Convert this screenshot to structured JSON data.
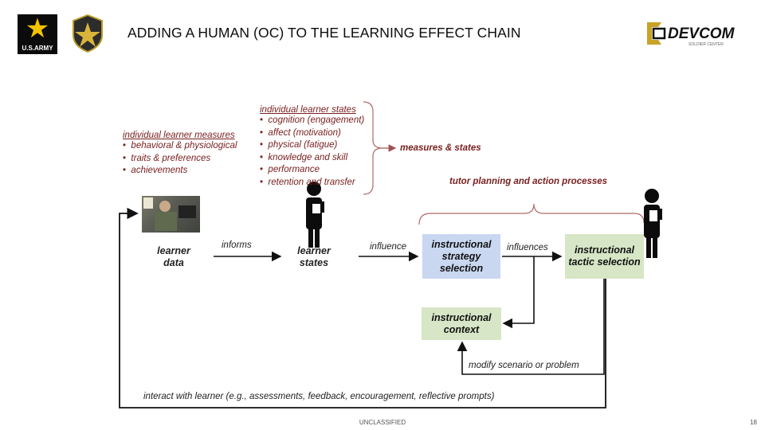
{
  "slide": {
    "title": "ADDING A HUMAN (OC) TO THE LEARNING EFFECT CHAIN",
    "footer": "UNCLASSIFIED",
    "page_number": "18"
  },
  "logos": {
    "army_text": "U.S.ARMY",
    "devcom_text": "DEVCOM",
    "devcom_sub": "SOLDIER CENTER"
  },
  "diagram": {
    "learner_measures": {
      "heading": "individual learner measures",
      "items": [
        "behavioral & physiological",
        "traits & preferences",
        "achievements"
      ]
    },
    "learner_states": {
      "heading": "individual learner states",
      "items": [
        "cognition (engagement)",
        "affect (motivation)",
        "physical (fatigue)",
        "knowledge and skill",
        "performance",
        "retention and transfer"
      ]
    },
    "measures_states_label": "measures & states",
    "tutor_label": "tutor planning and action processes",
    "learner_data": "learner data",
    "informs": "informs",
    "learner_states_node": "learner states",
    "influence": "influence",
    "strategy_box": "instructional strategy selection",
    "influences": "influences",
    "tactic_box": "instructional tactic selection",
    "context_box": "instructional context",
    "modify": "modify scenario or problem",
    "interact": "interact with learner (e.g., assessments, feedback, encouragement, reflective prompts)"
  }
}
